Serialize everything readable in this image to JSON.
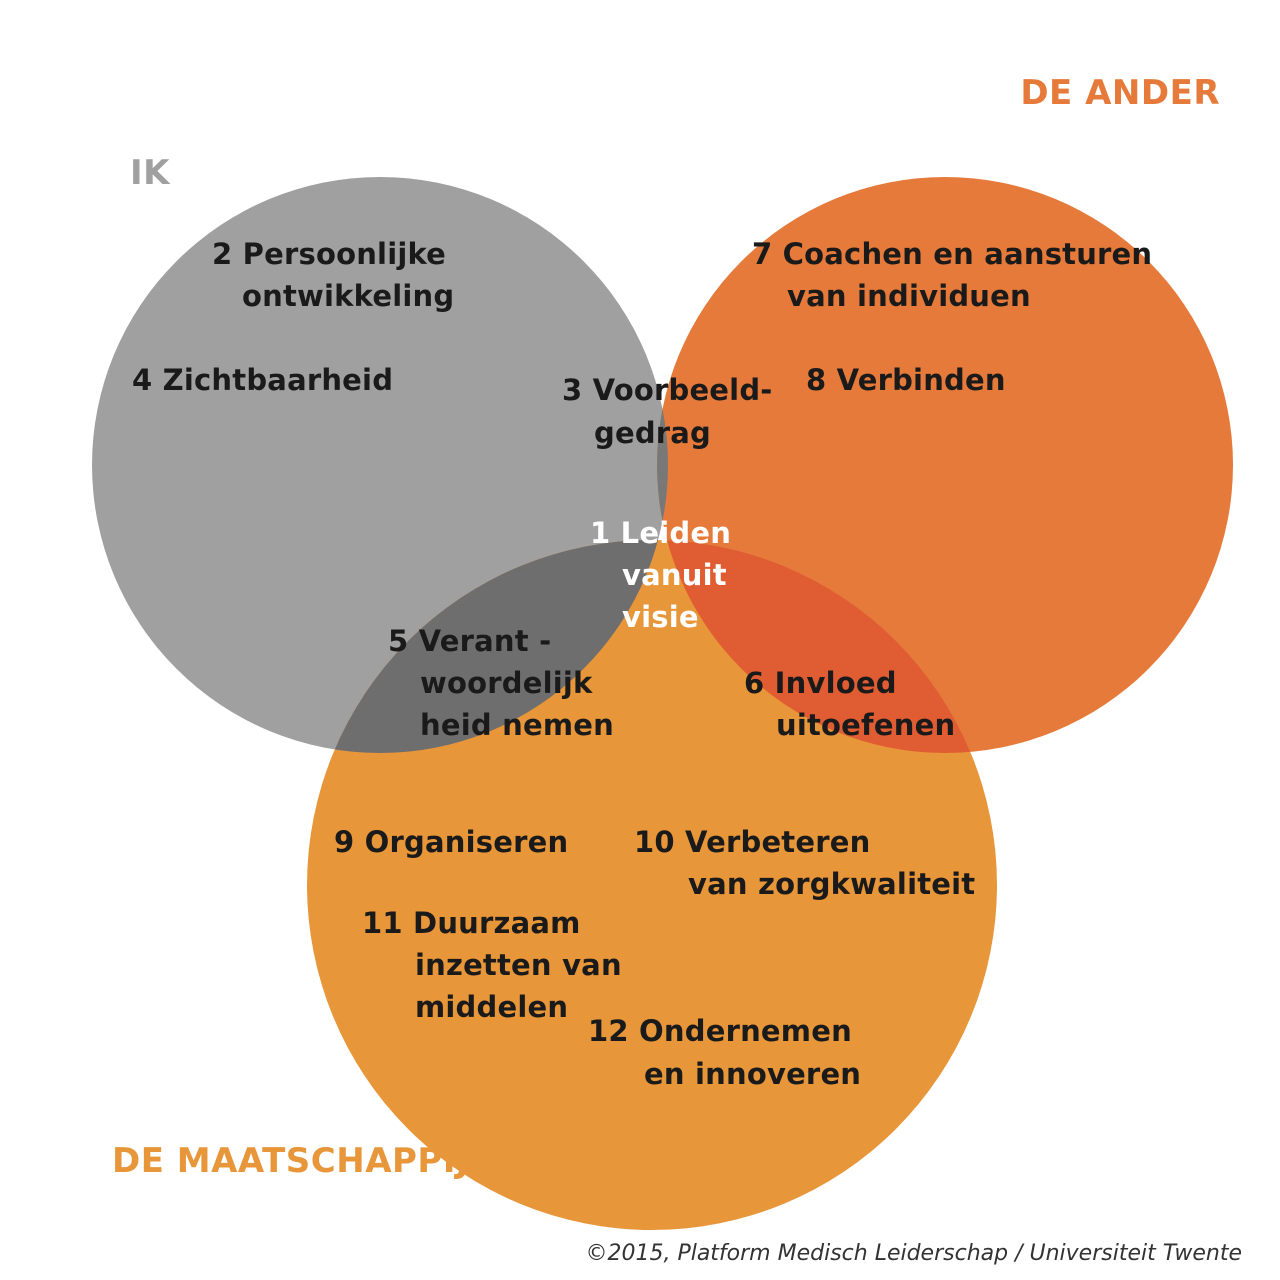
{
  "sets": {
    "ik": {
      "title": "IK",
      "color": "#a0a0a0"
    },
    "de_ander": {
      "title": "DE ANDER",
      "color": "#e57a3a"
    },
    "de_maatschappij": {
      "title": "DE MAATSCHAPPIJ",
      "color": "#e8963a"
    }
  },
  "overlap_colors": {
    "ik_ander": "#787878",
    "ik_maatschappij": "#6e6e6e",
    "ander_maatschappij": "#e05c33",
    "center": "#dc4532"
  },
  "labels": {
    "persoonlijke": {
      "line1": "2 Persoonlijke",
      "line2": "ontwikkeling"
    },
    "zichtbaarheid": {
      "line1": "4 Zichtbaarheid"
    },
    "voorbeeld": {
      "line1": "3 Voorbeeld-",
      "line2": "gedrag"
    },
    "coachen": {
      "line1": "7 Coachen en aansturen",
      "line2": "van individuen"
    },
    "verbinden": {
      "line1": "8 Verbinden"
    },
    "leiden": {
      "line1": "1 Leiden",
      "line2": "vanuit",
      "line3": "visie"
    },
    "verantwoordelijkheid": {
      "line1": "5 Verant -",
      "line2": "woordelijk",
      "line3": "heid nemen"
    },
    "invloed": {
      "line1": "6 Invloed",
      "line2": "uitoefenen"
    },
    "organiseren": {
      "line1": "9 Organiseren"
    },
    "verbeteren": {
      "line1": "10 Verbeteren",
      "line2": "van zorgkwaliteit"
    },
    "duurzaam": {
      "line1": "11 Duurzaam",
      "line2": "inzetten van",
      "line3": "middelen"
    },
    "ondernemen": {
      "line1": "12 Ondernemen",
      "line2": "en innoveren"
    }
  },
  "credit": "©2015, Platform Medisch Leiderschap / Universiteit Twente"
}
